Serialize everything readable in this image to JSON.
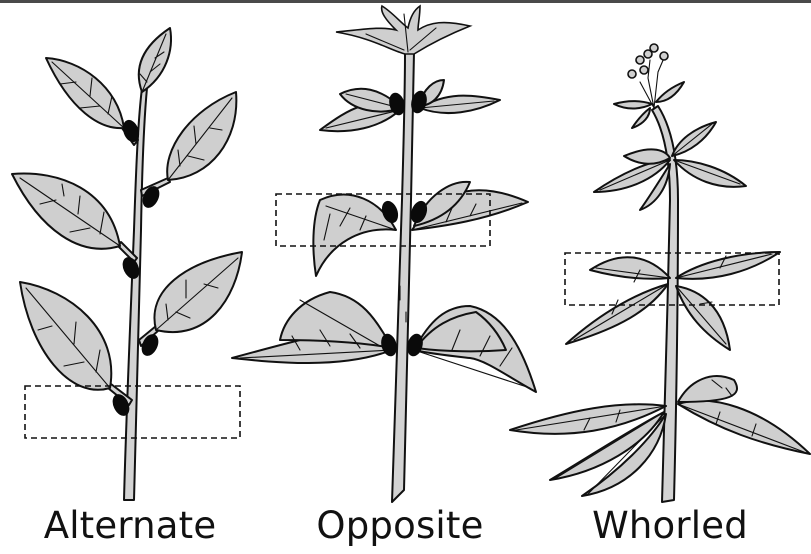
{
  "labels": {
    "alternate": "Alternate",
    "opposite": "Opposite",
    "whorled": "Whorled"
  },
  "colors": {
    "leaf_fill": "#cfcfcf",
    "outline": "#111111",
    "bud": "#0a0a0a",
    "background": "#ffffff"
  }
}
